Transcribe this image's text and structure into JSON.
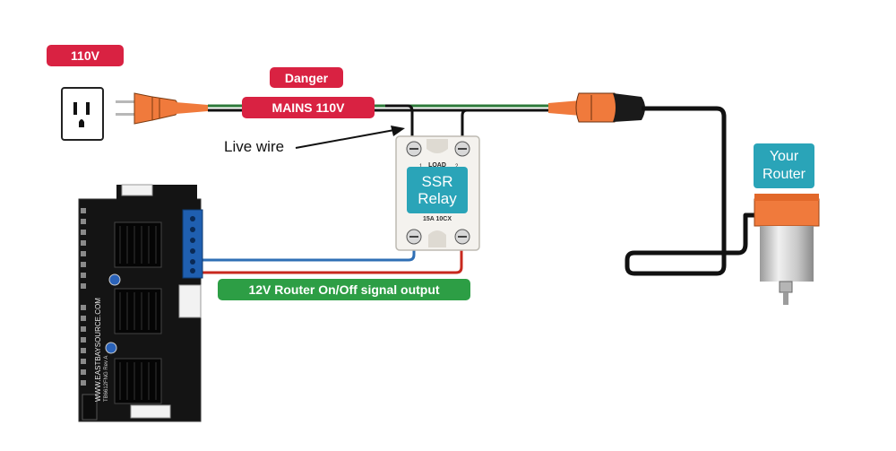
{
  "labels": {
    "voltage_badge": "110V",
    "danger_badge": "Danger",
    "mains_badge": "MAINS 110V",
    "live_wire": "Live wire",
    "ssr_line1": "SSR",
    "ssr_line2": "Relay",
    "ssr_load": "LOAD",
    "ssr_term1": "1",
    "ssr_term2": "2",
    "ssr_model": "15A 10CX",
    "router_line1": "Your",
    "router_line2": "Router",
    "signal_badge": "12V Router On/Off signal output"
  },
  "board": {
    "vertical_text": "WWW.EASTBAYSOURCE.COM",
    "version_text": "TB6612FNG Rev A"
  },
  "colors": {
    "danger_red": "#d92242",
    "signal_green": "#2d9e45",
    "label_teal": "#2aa4b8",
    "plug_orange": "#f07a3c",
    "wire_blue": "#2f6fb5",
    "wire_red": "#c8281e",
    "wire_green": "#2d7a3a",
    "board_black": "#141414"
  },
  "icons": {
    "outlet": "wall-outlet-icon",
    "plug": "power-plug-icon",
    "relay": "solid-state-relay-icon",
    "router": "router-motor-icon",
    "board": "controller-board-icon"
  }
}
